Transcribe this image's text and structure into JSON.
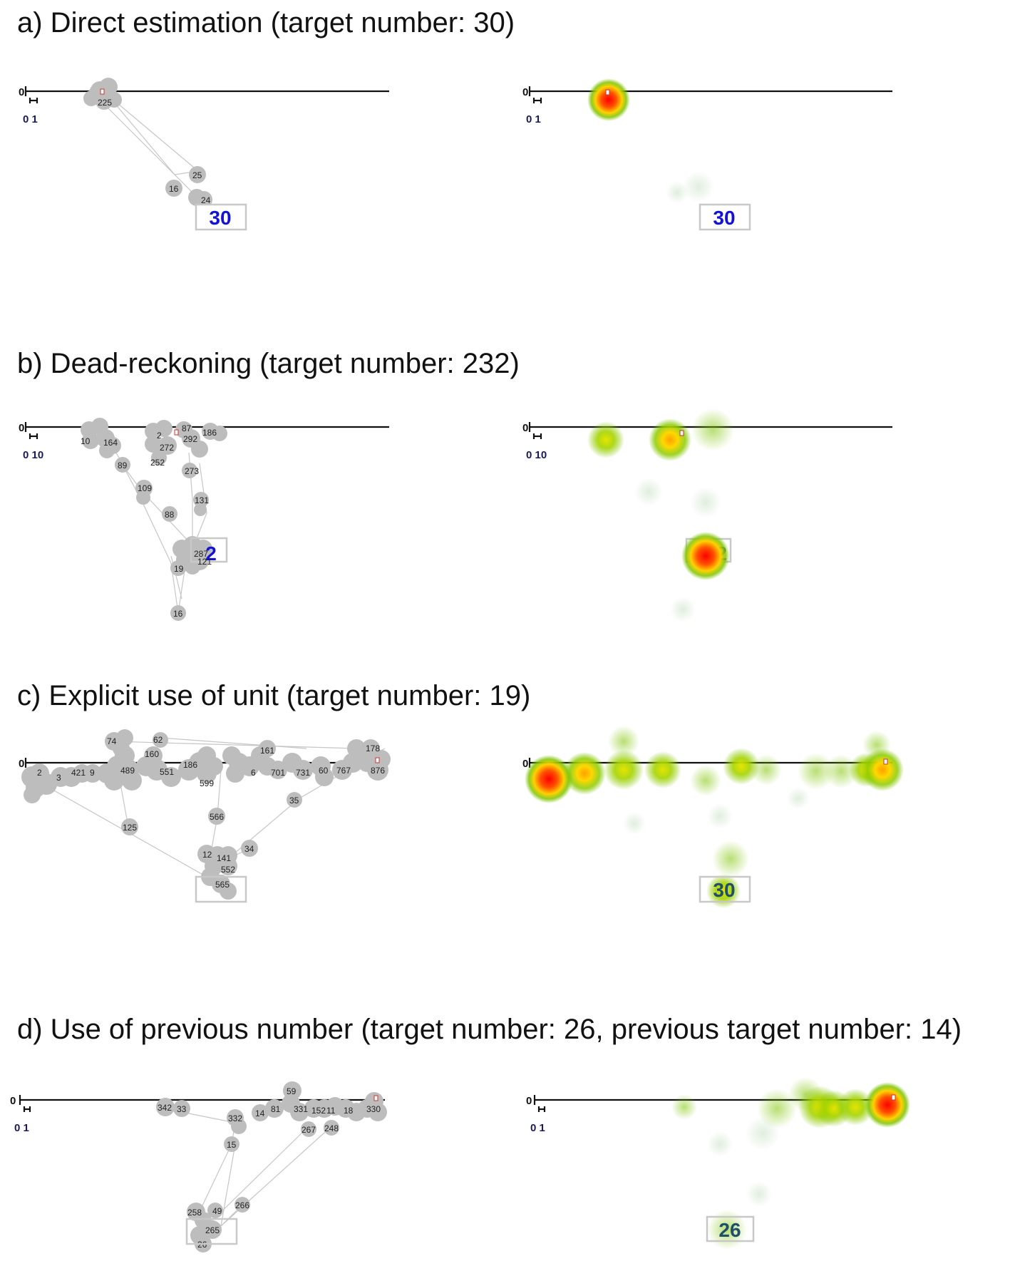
{
  "panels": {
    "a": {
      "title": "a) Direct estimation (target number: 30)",
      "zero": "0",
      "scale": "0 1",
      "target": "30",
      "heat_target": "30",
      "labels": [
        "225",
        "16",
        "25",
        "24"
      ]
    },
    "b": {
      "title": "b) Dead-reckoning (target number: 232)",
      "zero": "0",
      "scale": "0 10",
      "target": "2",
      "heat_target": "2",
      "labels": [
        "10",
        "164",
        "2",
        "272",
        "87",
        "292",
        "186",
        "252",
        "89",
        "273",
        "109",
        "131",
        "88",
        "287",
        "121",
        "19",
        "16"
      ]
    },
    "c": {
      "title": "c) Explicit use of unit (target number: 19)",
      "zero": "0",
      "scale": "0",
      "target": "",
      "heat_target": "30",
      "labels": [
        "74",
        "62",
        "160",
        "161",
        "178",
        "2",
        "3",
        "421",
        "9",
        "489",
        "551",
        "186",
        "599",
        "6",
        "701",
        "731",
        "60",
        "767",
        "876",
        "566",
        "35",
        "125",
        "34",
        "12",
        "141",
        "552",
        "565"
      ]
    },
    "d": {
      "title": "d) Use of previous number (target number: 26, previous target number: 14)",
      "zero": "0",
      "scale": "0 1",
      "target": "",
      "heat_target": "26",
      "labels": [
        "342",
        "33",
        "59",
        "332",
        "14",
        "81",
        "331",
        "152",
        "11",
        "18",
        "330",
        "267",
        "248",
        "15",
        "266",
        "258",
        "49",
        "265",
        "26"
      ]
    }
  },
  "colors": {
    "node": "#bdbdbd",
    "target_text": "#1212d8",
    "heat_hot": "#ff0000",
    "heat_mid": "#ffd200",
    "heat_cool": "#7fc400"
  }
}
